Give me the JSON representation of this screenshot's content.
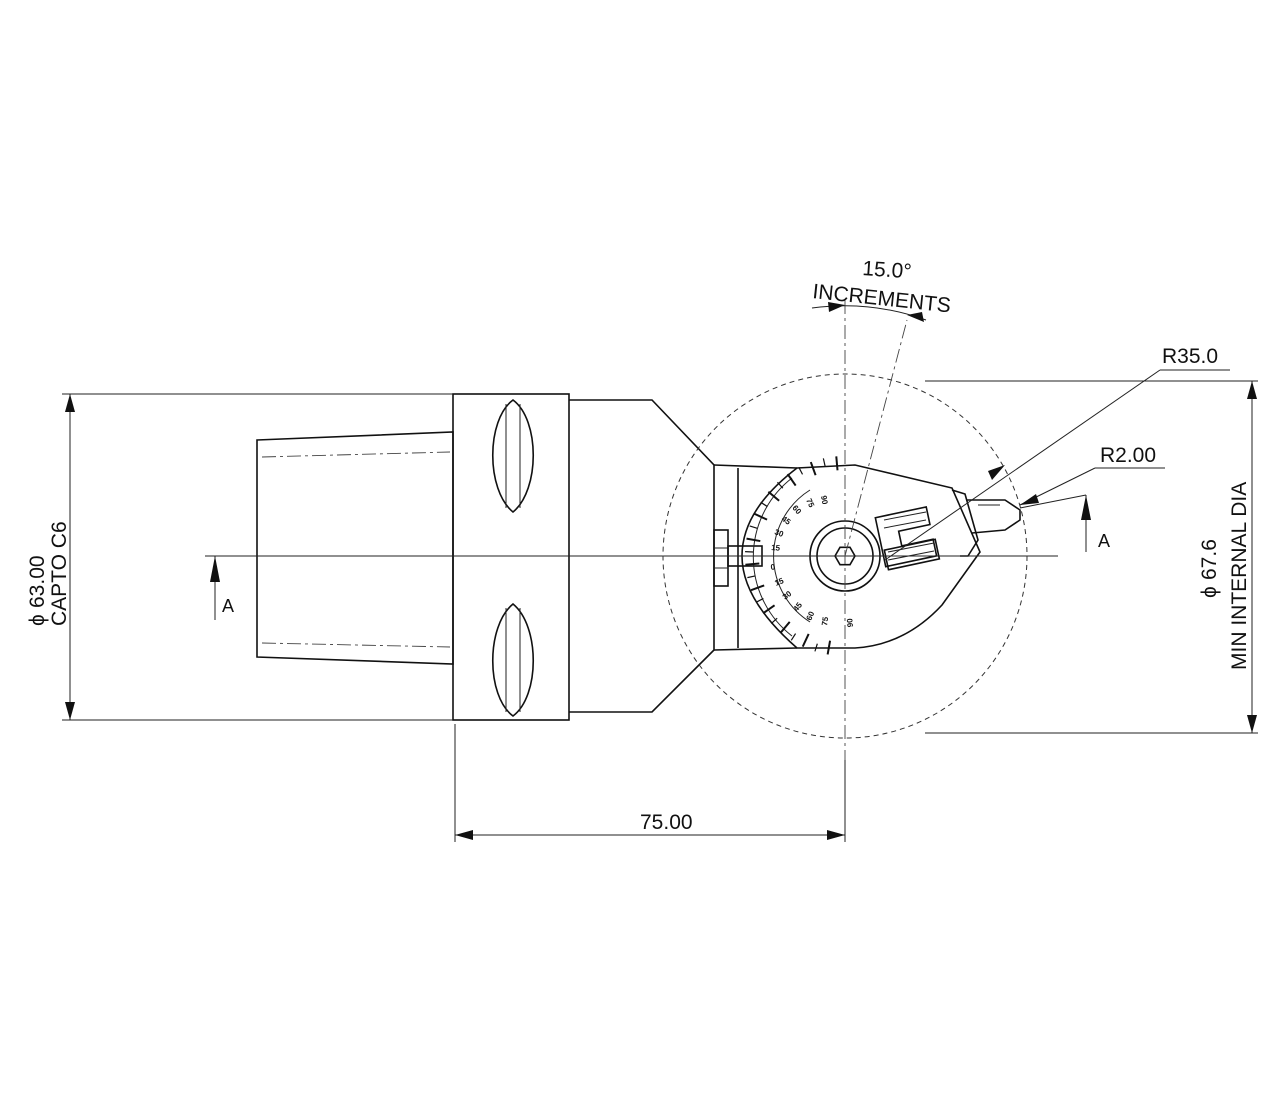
{
  "drawing": {
    "dim_angle_value": "15.0°",
    "dim_angle_note": "INCREMENTS",
    "dim_radius_large": "R35.0",
    "dim_radius_small": "R2.00",
    "dim_length": "75.00",
    "dim_left_value": "63.00",
    "dim_left_note": "CAPTO C6",
    "dim_right_value": "67.6",
    "dim_right_note": "MIN INTERNAL DIA",
    "diameter_symbol": "ϕ",
    "section_label_left": "A",
    "section_label_right": "A",
    "dial_scale_upper": [
      "90",
      "75",
      "60",
      "45",
      "30",
      "15"
    ],
    "dial_scale_lower": [
      "0",
      "15",
      "30",
      "45",
      "60",
      "75",
      "90"
    ]
  }
}
